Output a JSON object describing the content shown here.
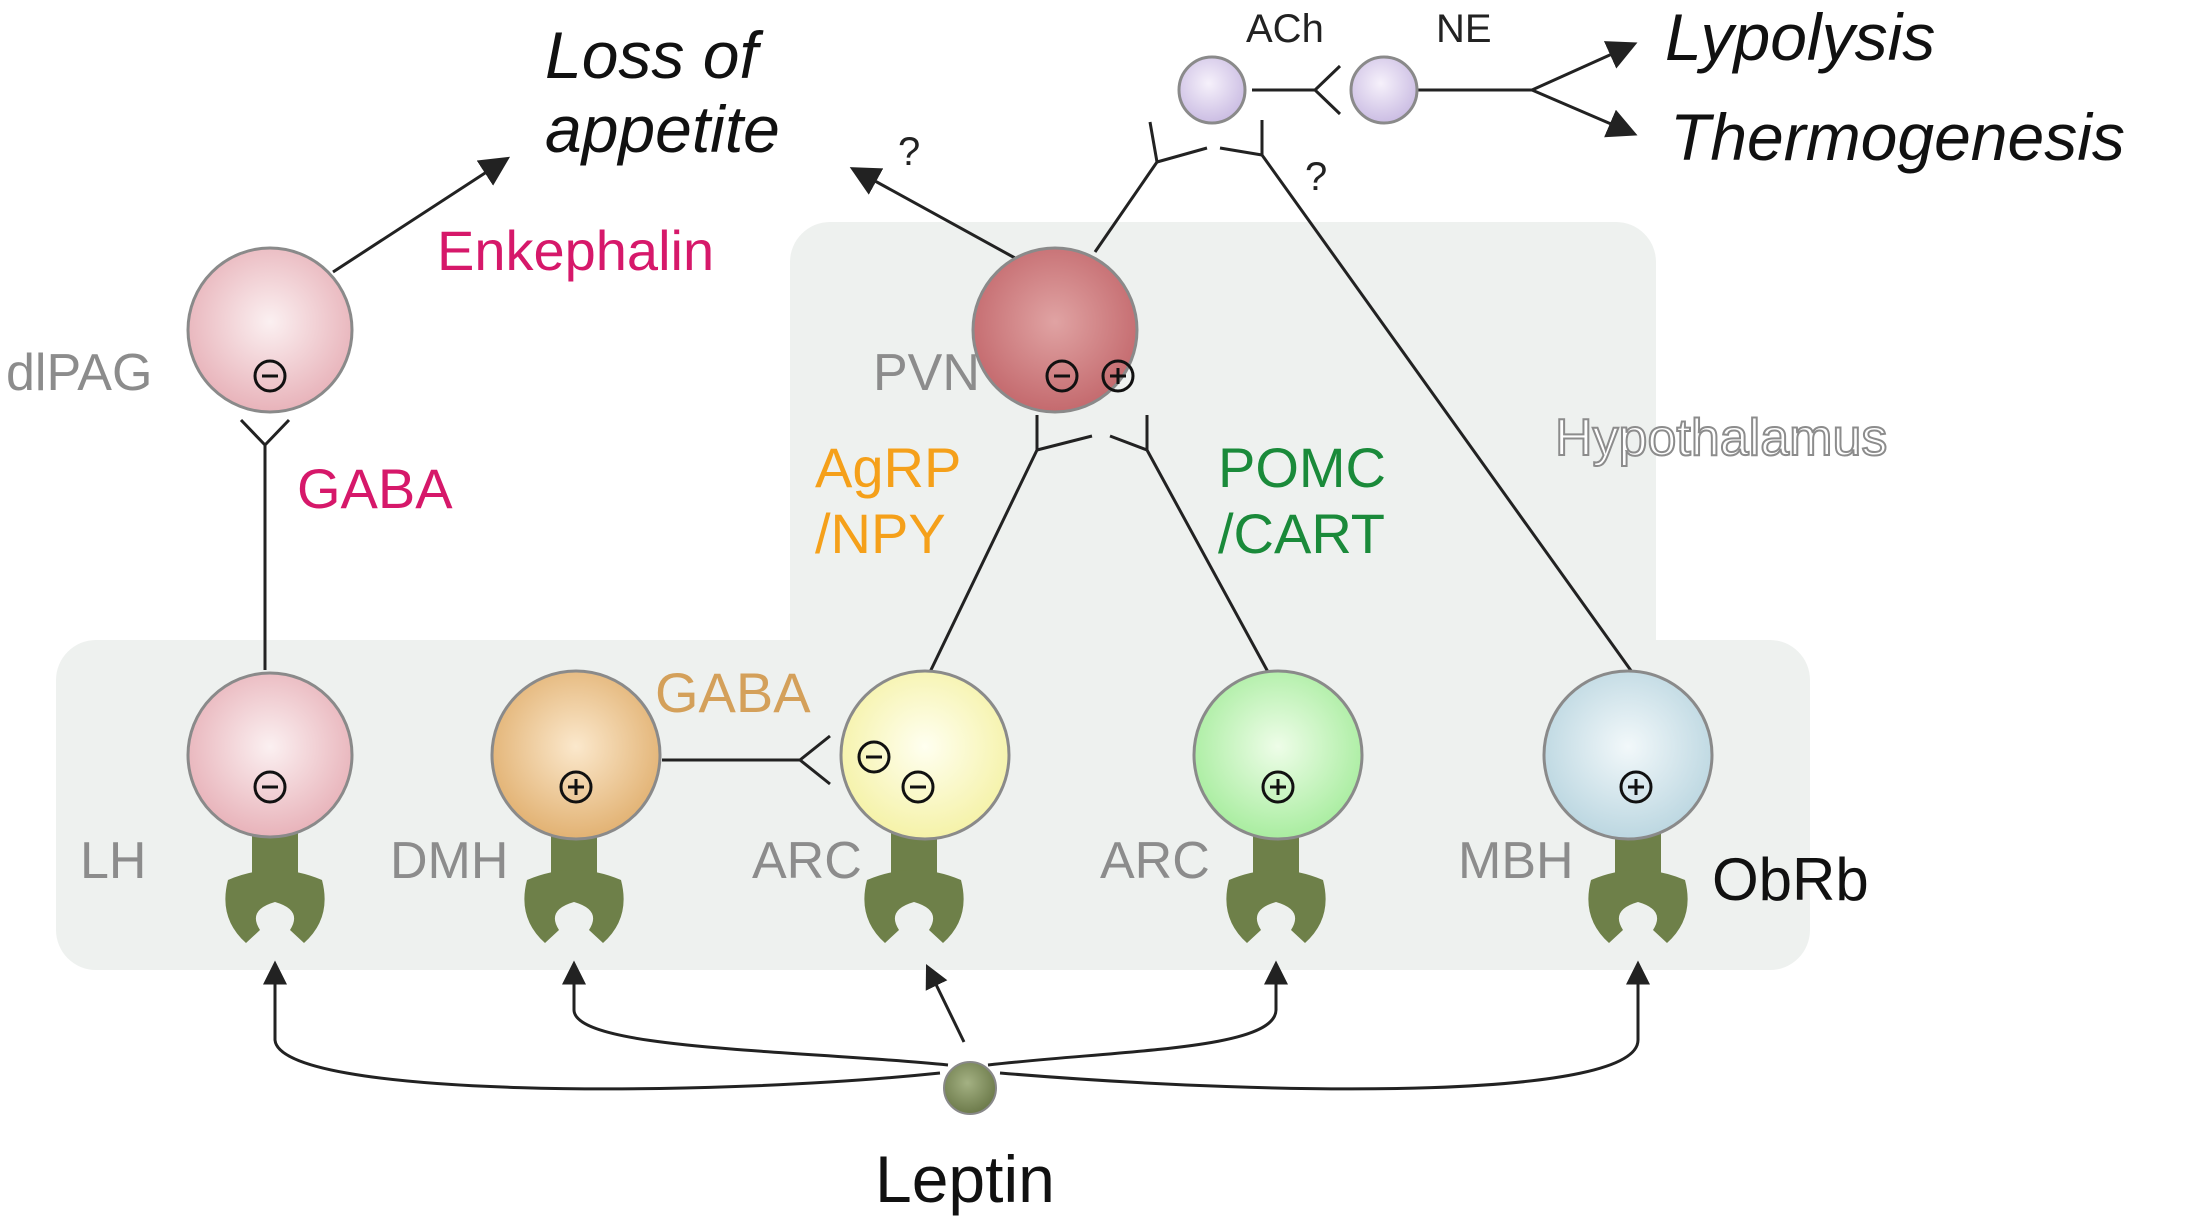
{
  "outcomes": {
    "appetite_line1": "Loss of",
    "appetite_line2": "appetite",
    "lipolysis": "Lypolysis",
    "thermogenesis": "Thermogenesis"
  },
  "transmitters": {
    "enkephalin": "Enkephalin",
    "gaba_top": "GABA",
    "gaba_mid": "GABA",
    "ach": "ACh",
    "ne": "NE",
    "agrp1": "AgRP",
    "agrp2": "/NPY",
    "pomc1": "POMC",
    "pomc2": "/CART"
  },
  "regions": {
    "dlpag": "dlPAG",
    "pvn": "PVN",
    "hypothalamus": "Hypothalamus",
    "lh": "LH",
    "dmh": "DMH",
    "arc1": "ARC",
    "arc2": "ARC",
    "mbh": "MBH"
  },
  "labels": {
    "receptor": "ObRb",
    "leptin": "Leptin",
    "q1": "?",
    "q2": "?"
  },
  "colors": {
    "enkephalin": "#d6186a",
    "gaba_top": "#d6186a",
    "gaba_mid": "#d4a05a",
    "agrp": "#f5a01a",
    "pomc": "#1a8a3a",
    "receptor": "#6e8049",
    "background_box": "#eef1ef",
    "neuron_outline": "#8a8a8a"
  },
  "icons": {
    "inhibit": "minus-circle-icon",
    "excite": "plus-circle-icon"
  }
}
